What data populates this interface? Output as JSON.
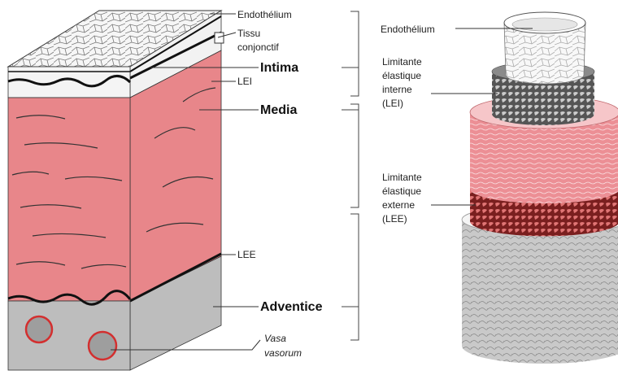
{
  "labels": {
    "endothelium_left": "Endothélium",
    "tissu": "Tissu",
    "conjonctif": "conjonctif",
    "intima": "Intima",
    "lei_short": "LEI",
    "media": "Media",
    "lee_short": "LEE",
    "adventice": "Adventice",
    "vasa": "Vasa",
    "vasorum": "vasorum",
    "endothelium_right": "Endothélium",
    "lei_line1": "Limitante",
    "lei_line2": "élastique",
    "lei_line3": "interne",
    "lei_line4": "(LEI)",
    "lee_line1": "Limitante",
    "lee_line2": "élastique",
    "lee_line3": "externe",
    "lee_line4": "(LEE)"
  },
  "colors": {
    "media_pink": "#e8868a",
    "intima_light": "#f4f4f4",
    "adventice_grey": "#bdbdbd",
    "vessel_red": "#d32f2f"
  }
}
